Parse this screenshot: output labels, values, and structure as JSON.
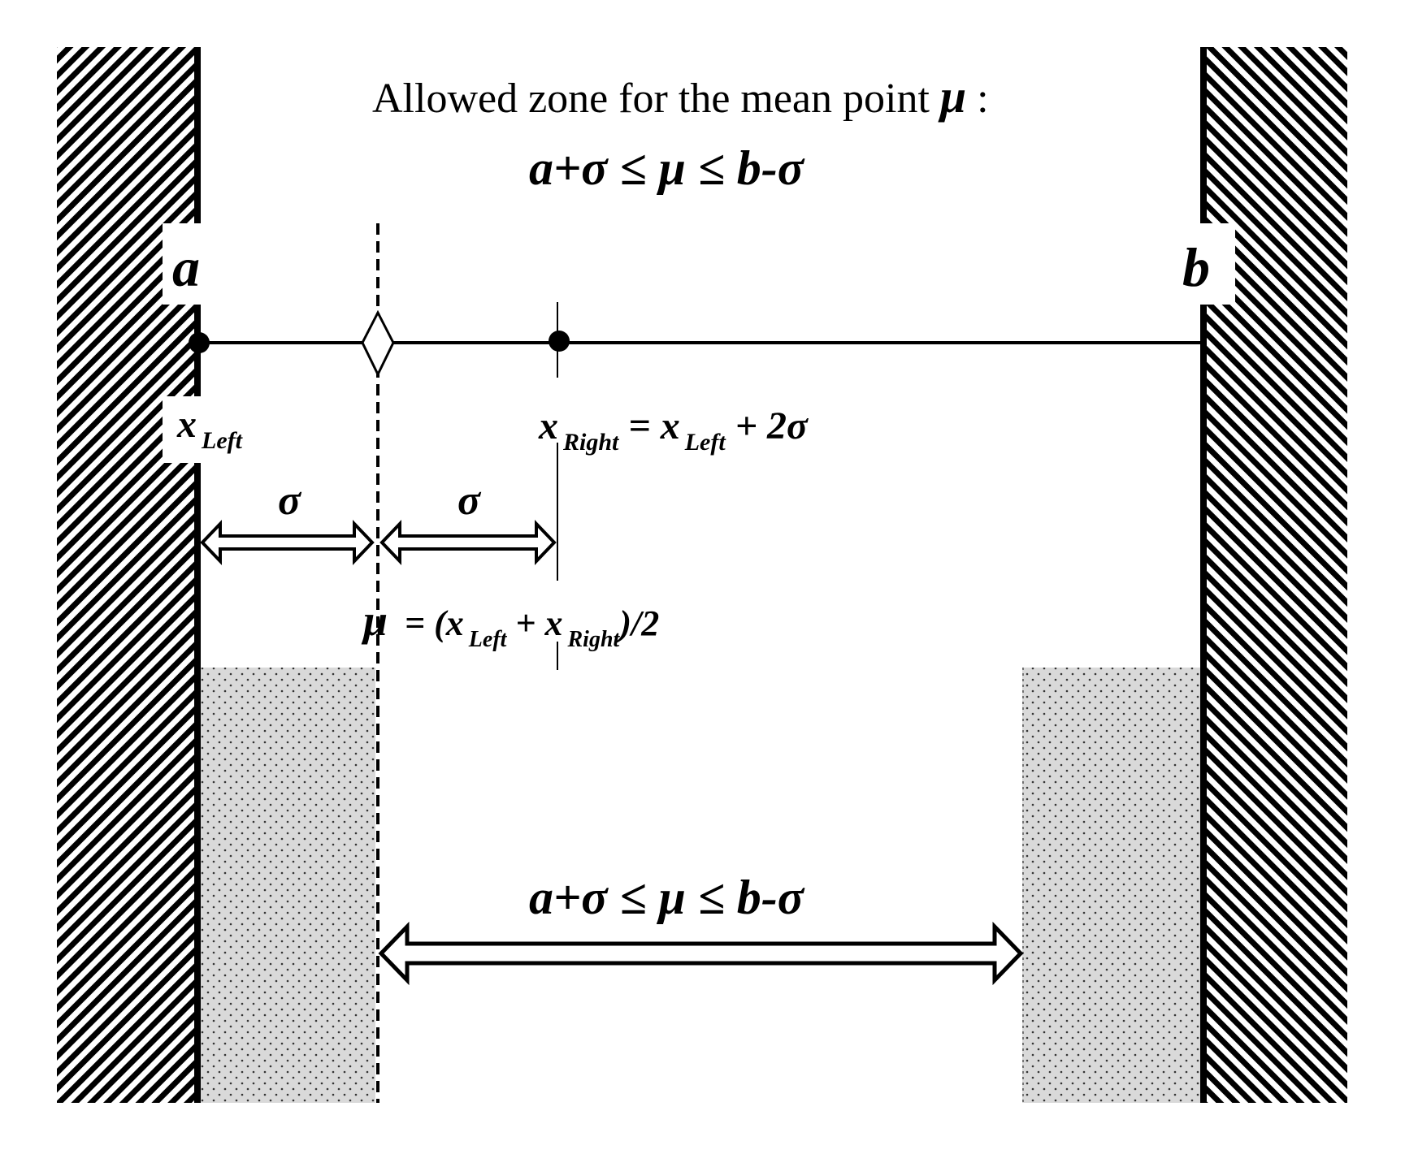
{
  "header": {
    "caption_text": "Allowed zone for the mean point ",
    "caption_mu": "μ",
    "caption_colon": " :",
    "top_inequality": "a+σ ≤ μ ≤ b-σ"
  },
  "labels": {
    "a": "a",
    "b": "b",
    "x_left": {
      "x": "x",
      "sub": "Left"
    },
    "x_right": {
      "x": "x",
      "sub": "Right",
      "eq": " = x",
      "sub2": "Left",
      "tail": " + 2σ"
    },
    "sigma_left": "σ",
    "sigma_right": "σ",
    "mu_formula": {
      "mu": "μ",
      "eq": " = (x",
      "sub1": "Left",
      "plus": " + x",
      "sub2": "Right",
      "tail": ")/2"
    }
  },
  "bottom_inequality": "a+σ ≤ μ ≤ b-σ",
  "colors": {
    "ink": "#000000",
    "forbidden_fill": "#d9d9d9",
    "background": "#ffffff"
  }
}
